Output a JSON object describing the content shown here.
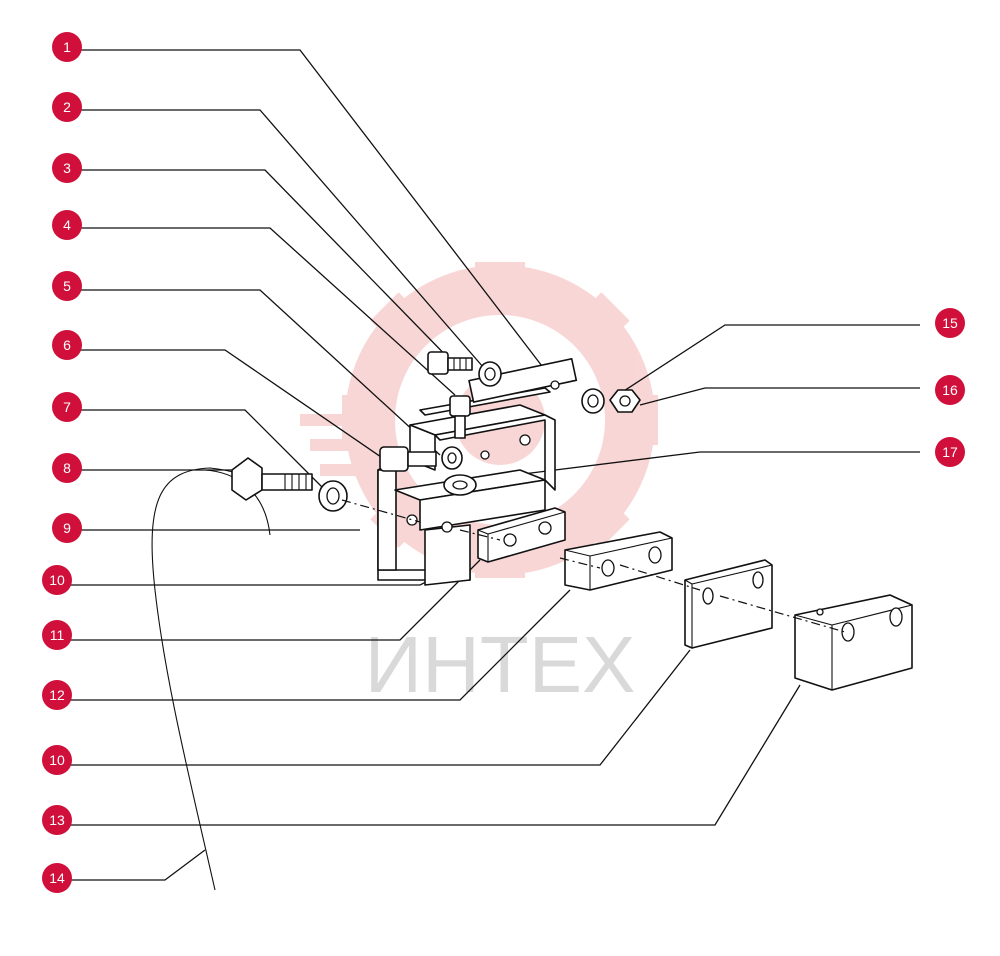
{
  "watermark": {
    "text": "ИНТЕХ",
    "gear_color": "#f4b6b6",
    "text_color": "#d9d9d9"
  },
  "callout_color": "#d0103a",
  "callouts_left": [
    "1",
    "2",
    "3",
    "4",
    "5",
    "6",
    "7",
    "8",
    "9",
    "10",
    "11",
    "12",
    "10",
    "13",
    "14"
  ],
  "callouts_right": [
    "15",
    "16",
    "17"
  ]
}
